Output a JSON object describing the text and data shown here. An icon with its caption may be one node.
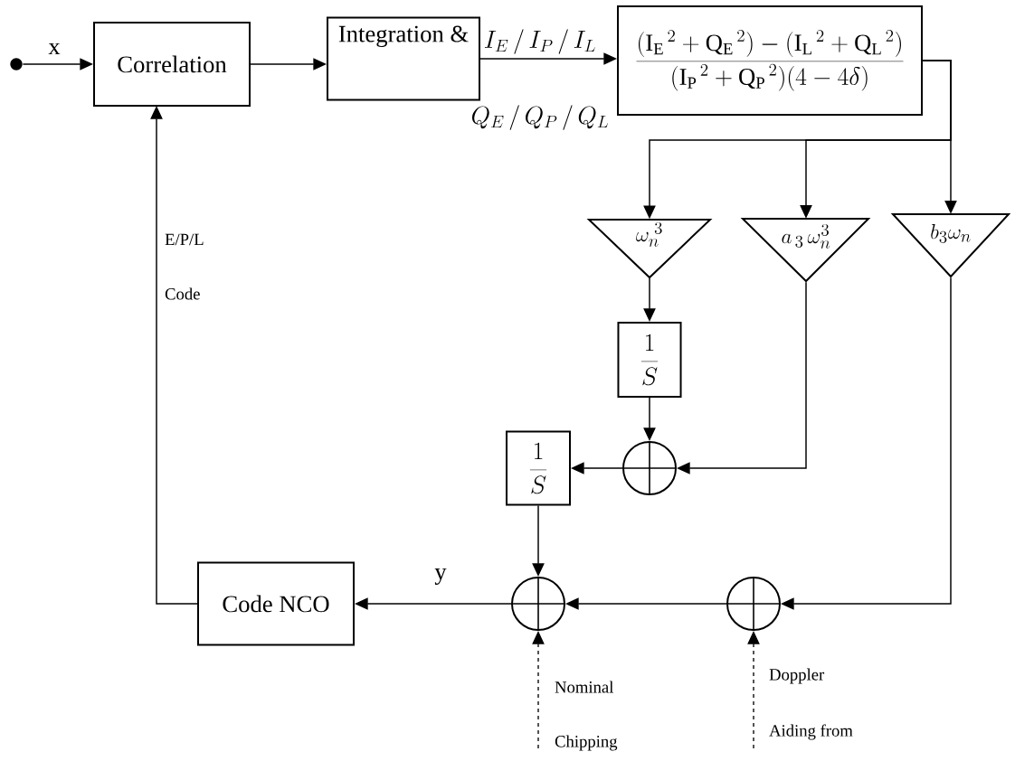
{
  "diagram": {
    "nodes": [
      {
        "text": [],
        "shape": "circle"
      },
      {
        "text": [
          "Correlation"
        ]
      },
      {
        "text": [
          "Integration &"
        ]
      },
      {
        "text": [
          "\\frac{(\\mathrm{I_E}^{\\,2}+\\mathrm{Q_E}^{\\,2})-(\\mathrm{I_L}^{\\,2}+\\mathrm{Q_L}^{\\,2})}{(\\mathrm{I_P}^{\\,2}+\\mathrm{Q_P}^{\\,2})(4-4\\delta)}"
        ]
      },
      {
        "text": [
          "\\omega_n^{\\;3}"
        ]
      },
      {
        "text": [
          "a_{\\,3}\\,\\omega_n^3"
        ]
      },
      {
        "text": [
          "b_3\\omega_n"
        ]
      },
      {
        "text": [
          "\\frac{1}{S}"
        ]
      },
      {
        "text": [],
        "shape": "circle"
      },
      {
        "text": [
          "\\frac{1}{S}"
        ]
      },
      {
        "text": [
          "Code NCO"
        ]
      },
      {
        "text": [],
        "shape": "circle"
      },
      {
        "text": [],
        "shape": "circle"
      }
    ],
    "edges": [
      {
        "from": 0,
        "to": 1,
        "arrow": "to",
        "label": "x"
      },
      {
        "from": 1,
        "to": 2,
        "arrow": "to"
      },
      {
        "from": 2,
        "to": 3,
        "arrow": "to",
        "label": "I_E\\,/\\,I_P\\,/\\,I_L"
      },
      {
        "from": 3,
        "to": 4,
        "arrow": "to"
      },
      {
        "from": 3,
        "to": 5,
        "arrow": "to"
      },
      {
        "from": 3,
        "to": 6,
        "arrow": "to"
      },
      {
        "from": 4,
        "to": 7,
        "arrow": "to"
      },
      {
        "from": 7,
        "to": 8,
        "arrow": "to"
      },
      {
        "from": 5,
        "to": 8,
        "arrow": "to"
      },
      {
        "from": 8,
        "to": 9,
        "arrow": "to"
      },
      {
        "from": 9,
        "to": 11,
        "arrow": "to"
      },
      {
        "from": 6,
        "to": 12,
        "arrow": "to"
      },
      {
        "from": 12,
        "to": 11,
        "arrow": "to"
      },
      {
        "from": 11,
        "to": 10,
        "arrow": "to",
        "label": "y"
      },
      {
        "from": 10,
        "to": 1,
        "arrow": "to",
        "label": "E/P/L"
      },
      {
        "from": null,
        "to": 11,
        "arrow": "to",
        "style": "dashed"
      },
      {
        "from": null,
        "to": 12,
        "arrow": "to",
        "style": "dashed"
      }
    ],
    "labels": [
      "Q_E\\,/\\,Q_P\\,/\\,Q_L",
      "Code",
      "Nominal",
      "Chipping",
      "Doppler",
      "Aiding from"
    ]
  }
}
